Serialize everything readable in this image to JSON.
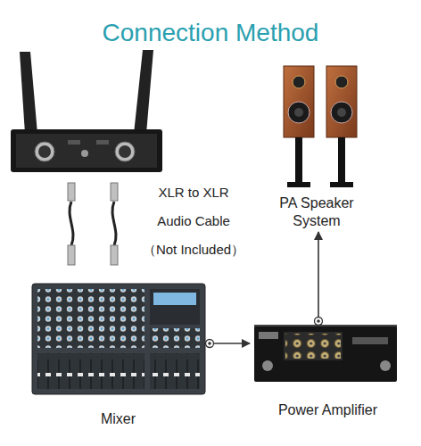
{
  "diagram": {
    "title": "Connection Method",
    "nodes": [
      {
        "text": [
          "PA Speaker System"
        ]
      },
      {
        "text": [
          "Mixer"
        ]
      },
      {
        "text": [
          "Power Amplifier"
        ]
      }
    ],
    "edges": [
      {
        "from": 1,
        "to": 2,
        "arrow": "to"
      },
      {
        "from": 2,
        "to": 0,
        "arrow": "to"
      }
    ],
    "labels": [
      "XLR to XLR Audio Cable （Not Included）"
    ]
  }
}
